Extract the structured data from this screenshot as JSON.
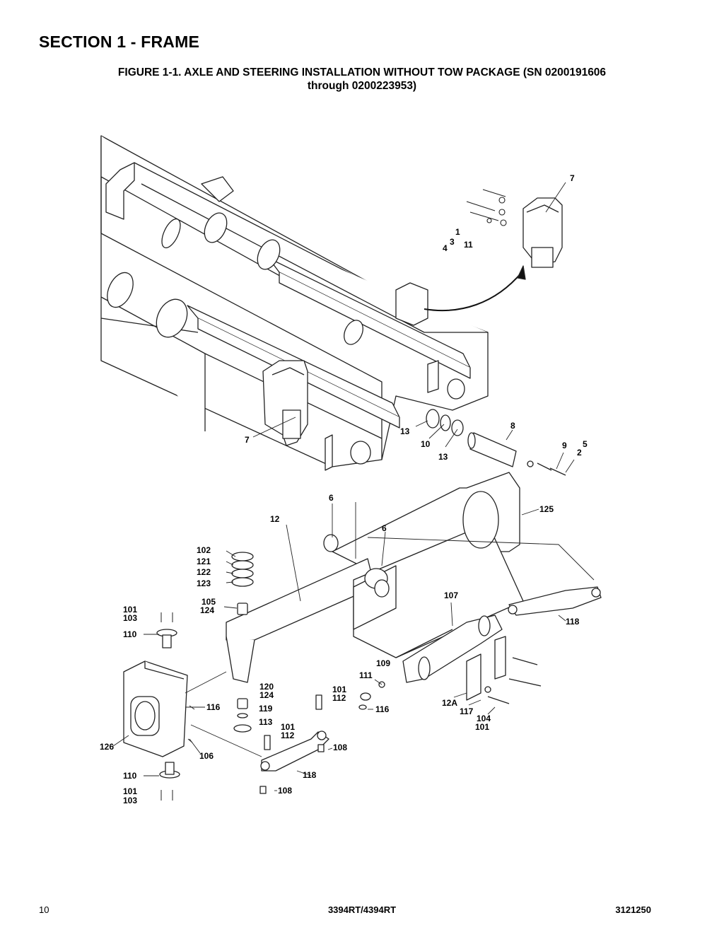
{
  "header": {
    "section_title": "SECTION 1 - FRAME",
    "figure_title_line1": "FIGURE 1-1. AXLE AND STEERING INSTALLATION WITHOUT TOW PACKAGE (SN 0200191606",
    "figure_title_line2": "through 0200223953)"
  },
  "callouts": [
    {
      "id": "c7a",
      "text": "7"
    },
    {
      "id": "c1",
      "text": "1"
    },
    {
      "id": "c3",
      "text": "3"
    },
    {
      "id": "c4",
      "text": "4"
    },
    {
      "id": "c11",
      "text": "11"
    },
    {
      "id": "c7b",
      "text": "7"
    },
    {
      "id": "c13a",
      "text": "13"
    },
    {
      "id": "c10",
      "text": "10"
    },
    {
      "id": "c13b",
      "text": "13"
    },
    {
      "id": "c8",
      "text": "8"
    },
    {
      "id": "c9",
      "text": "9"
    },
    {
      "id": "c5",
      "text": "5"
    },
    {
      "id": "c2",
      "text": "2"
    },
    {
      "id": "c6a",
      "text": "6"
    },
    {
      "id": "c125",
      "text": "125"
    },
    {
      "id": "c12",
      "text": "12"
    },
    {
      "id": "c6b",
      "text": "6"
    },
    {
      "id": "c102",
      "text": "102"
    },
    {
      "id": "c121",
      "text": "121"
    },
    {
      "id": "c122",
      "text": "122"
    },
    {
      "id": "c123",
      "text": "123"
    },
    {
      "id": "c105",
      "text": "105"
    },
    {
      "id": "c124a",
      "text": "124"
    },
    {
      "id": "c107",
      "text": "107"
    },
    {
      "id": "c101a",
      "text": "101"
    },
    {
      "id": "c103a",
      "text": "103"
    },
    {
      "id": "c118a",
      "text": "118"
    },
    {
      "id": "c110a",
      "text": "110"
    },
    {
      "id": "c109",
      "text": "109"
    },
    {
      "id": "c111",
      "text": "111"
    },
    {
      "id": "c120",
      "text": "120"
    },
    {
      "id": "c124b",
      "text": "124"
    },
    {
      "id": "c101b",
      "text": "101"
    },
    {
      "id": "c112a",
      "text": "112"
    },
    {
      "id": "c116a",
      "text": "116"
    },
    {
      "id": "c119",
      "text": "119"
    },
    {
      "id": "c116b",
      "text": "116"
    },
    {
      "id": "c12A",
      "text": "12A"
    },
    {
      "id": "c117",
      "text": "117"
    },
    {
      "id": "c104",
      "text": "104"
    },
    {
      "id": "c101c",
      "text": "101"
    },
    {
      "id": "c113",
      "text": "113"
    },
    {
      "id": "c101d",
      "text": "101"
    },
    {
      "id": "c112b",
      "text": "112"
    },
    {
      "id": "c126",
      "text": "126"
    },
    {
      "id": "c106",
      "text": "106"
    },
    {
      "id": "c108a",
      "text": "108"
    },
    {
      "id": "c110b",
      "text": "110"
    },
    {
      "id": "c118b",
      "text": "118"
    },
    {
      "id": "c101e",
      "text": "101"
    },
    {
      "id": "c103b",
      "text": "103"
    },
    {
      "id": "c108b",
      "text": "108"
    }
  ],
  "footer": {
    "page_number": "10",
    "model": "3394RT/4394RT",
    "doc_number": "3121250"
  }
}
